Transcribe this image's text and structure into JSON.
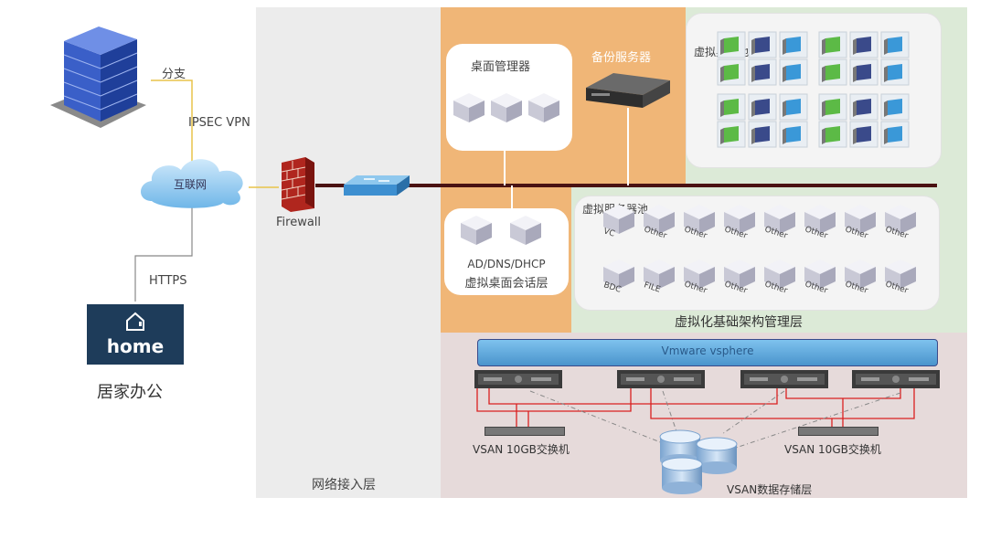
{
  "branch": {
    "label": "分支",
    "vpn_label": "IPSEC VPN"
  },
  "internet": {
    "label": "互联网"
  },
  "home": {
    "https_label": "HTTPS",
    "logo_text": "home",
    "label": "居家办公"
  },
  "firewall": {
    "label": "Firewall"
  },
  "layers": {
    "network": "网络接入层",
    "infra": "虚拟化基础架构管理层",
    "storage": "VSAN数据存储层"
  },
  "desktop_manager": {
    "label": "桌面管理器"
  },
  "backup_server": {
    "label": "备份服务器"
  },
  "session_layer": {
    "line1": "AD/DNS/DHCP",
    "line2": "虚拟桌面会话层"
  },
  "vdi_pool": {
    "label": "虚拟桌面池"
  },
  "server_pool": {
    "label": "虚拟服务器池",
    "row1_tags": [
      "VC",
      "Other",
      "Other",
      "Other",
      "Other",
      "Other",
      "Other",
      "Other"
    ],
    "row2_tags": [
      "BDC",
      "FILE",
      "Other",
      "Other",
      "Other",
      "Other",
      "Other",
      "Other"
    ]
  },
  "vsphere": {
    "label": "Vmware vsphere"
  },
  "vsan_switch_left": {
    "label": "VSAN 10GB交换机"
  },
  "vsan_switch_right": {
    "label": "VSAN 10GB交换机"
  },
  "colors": {
    "app_zone": "#f0b677",
    "virtual_zone": "#dcead7",
    "storage_zone": "#e6dada",
    "network_zone": "#ececec",
    "backbone": "#4a1212",
    "vsan_link": "#d92020",
    "vsphere_bar": "#5ba8d8"
  }
}
